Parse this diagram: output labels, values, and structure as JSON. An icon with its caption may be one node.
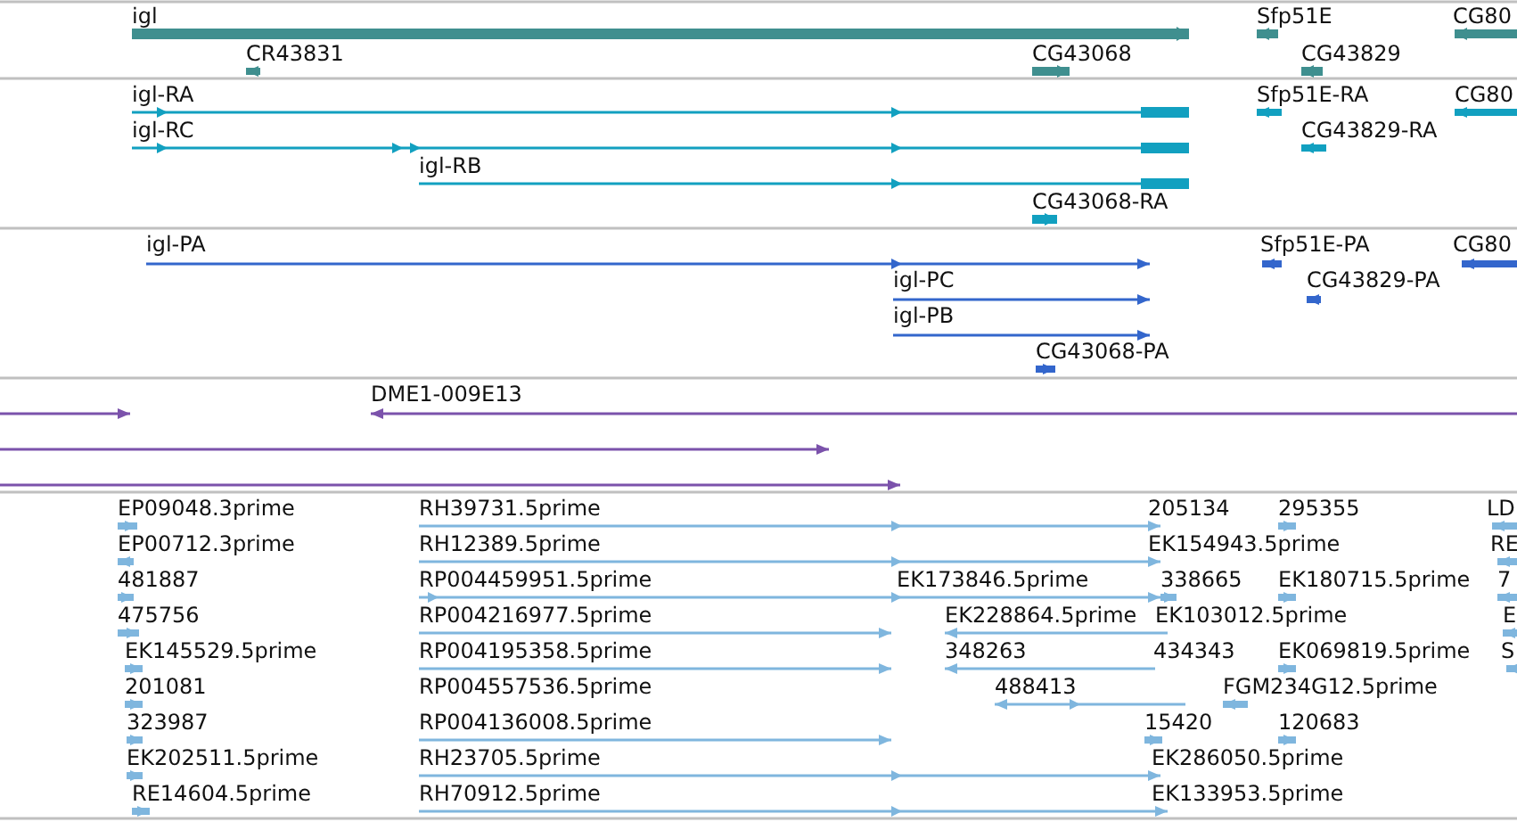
{
  "diagram": {
    "labels": [
      "igl",
      "Sfp51E",
      "CG80",
      "CR43831",
      "CG43068",
      "CG43829",
      "igl-RA",
      "Sfp51E-RA",
      "CG80",
      "igl-RC",
      "CG43829-RA",
      "igl-RB",
      "CG43068-RA",
      "igl-PA",
      "Sfp51E-PA",
      "CG80",
      "igl-PC",
      "CG43829-PA",
      "igl-PB",
      "CG43068-PA",
      "DME1-009E13",
      "EP09048.3prime",
      "RH39731.5prime",
      "205134",
      "295355",
      "LD",
      "EP00712.3prime",
      "RH12389.5prime",
      "EK154943.5prime",
      "RE",
      "481887",
      "RP004459951.5prime",
      "EK173846.5prime",
      "338665",
      "EK180715.5prime",
      "7",
      "475756",
      "RP004216977.5prime",
      "EK228864.5prime",
      "EK103012.5prime",
      "E",
      "EK145529.5prime",
      "RP004195358.5prime",
      "348263",
      "434343",
      "EK069819.5prime",
      "S",
      "201081",
      "RP004557536.5prime",
      "488413",
      "FGM234G12.5prime",
      "323987",
      "RP004136008.5prime",
      "15420",
      "120683",
      "EK202511.5prime",
      "RH23705.5prime",
      "EK286050.5prime",
      "RE14604.5prime",
      "RH70912.5prime",
      "EK133953.5prime"
    ]
  }
}
